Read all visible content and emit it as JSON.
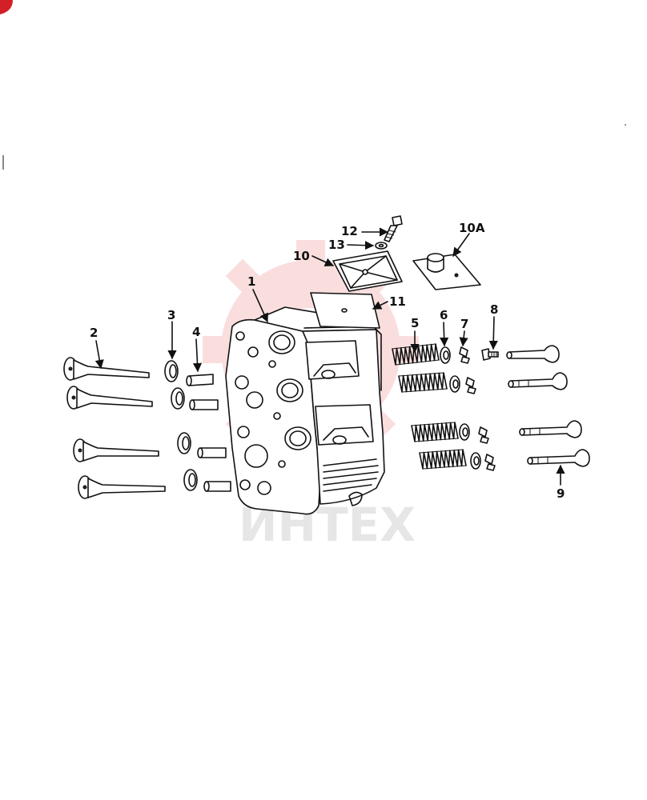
{
  "watermark": {
    "text": "ИНТЕХ",
    "color": "#f7c4c4"
  },
  "colors": {
    "line": "#111111",
    "accent": "#d32027"
  },
  "callouts": {
    "c1": "1",
    "c2": "2",
    "c3": "3",
    "c4": "4",
    "c5": "5",
    "c6": "6",
    "c7": "7",
    "c8": "8",
    "c9": "9",
    "c10": "10",
    "c10a": "10A",
    "c11": "11",
    "c12": "12",
    "c13": "13"
  }
}
